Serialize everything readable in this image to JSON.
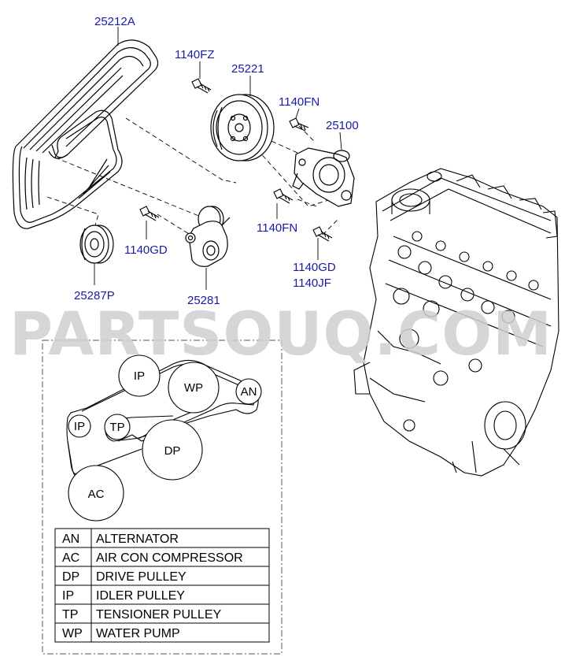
{
  "part_labels": {
    "belt": "25212A",
    "bolt_top": "1140FZ",
    "water_pump_pulley": "25221",
    "bolt_right_top": "1140FN",
    "tensioner_assy": "25100",
    "bolt_right_mid": "1140FN",
    "bolt_idler": "1140GD",
    "bolt_right_low_1": "1140GD",
    "bolt_right_low_2": "1140JF",
    "idler_pulley": "25287P",
    "tensioner_pulley": "25281"
  },
  "watermark": "PARTSOUQ.COM",
  "layout_circles": [
    "IP",
    "WP",
    "AN",
    "IP",
    "TP",
    "DP",
    "AC"
  ],
  "legend": [
    {
      "code": "AN",
      "name": "ALTERNATOR"
    },
    {
      "code": "AC",
      "name": "AIR CON COMPRESSOR"
    },
    {
      "code": "DP",
      "name": "DRIVE PULLEY"
    },
    {
      "code": "IP",
      "name": "IDLER PULLEY"
    },
    {
      "code": "TP",
      "name": "TENSIONER PULLEY"
    },
    {
      "code": "WP",
      "name": "WATER PUMP"
    }
  ],
  "colors": {
    "part_number": "#1a1aa6",
    "watermark": "#cfcfcf",
    "line": "#000000"
  }
}
